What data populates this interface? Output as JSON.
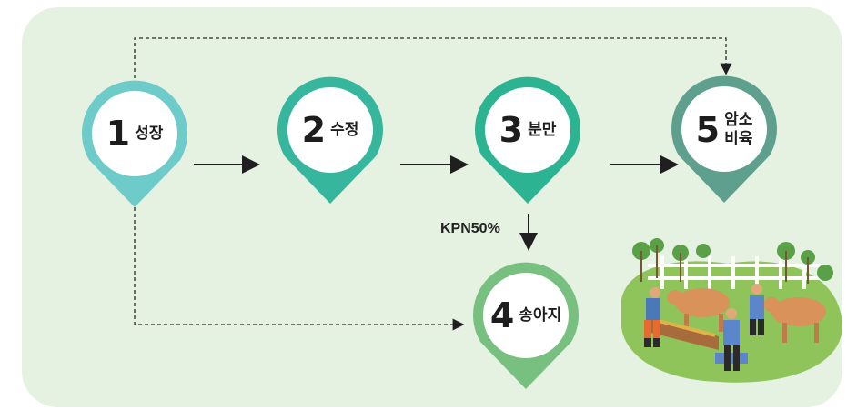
{
  "stages": [
    {
      "id": "growth",
      "number": "1",
      "label": "성장",
      "color": "#6dcbc9"
    },
    {
      "id": "breeding",
      "number": "2",
      "label": "수정",
      "color": "#37b69e"
    },
    {
      "id": "calving",
      "number": "3",
      "label": "분만",
      "color": "#2bb392"
    },
    {
      "id": "calf",
      "number": "4",
      "label": "송아지",
      "color": "#77c07f"
    },
    {
      "id": "cow_rearing",
      "number": "5",
      "label_line1": "암소",
      "label_line2": "비육",
      "color": "#5e9f8d"
    }
  ],
  "edge_label_kpn": "KPN50%",
  "colors": {
    "panel_bg": "#e5f1e1",
    "arrow": "#1f1f1f",
    "grass": "#8fc45a"
  },
  "illustration": "farm-scene-with-cows-and-farmers"
}
